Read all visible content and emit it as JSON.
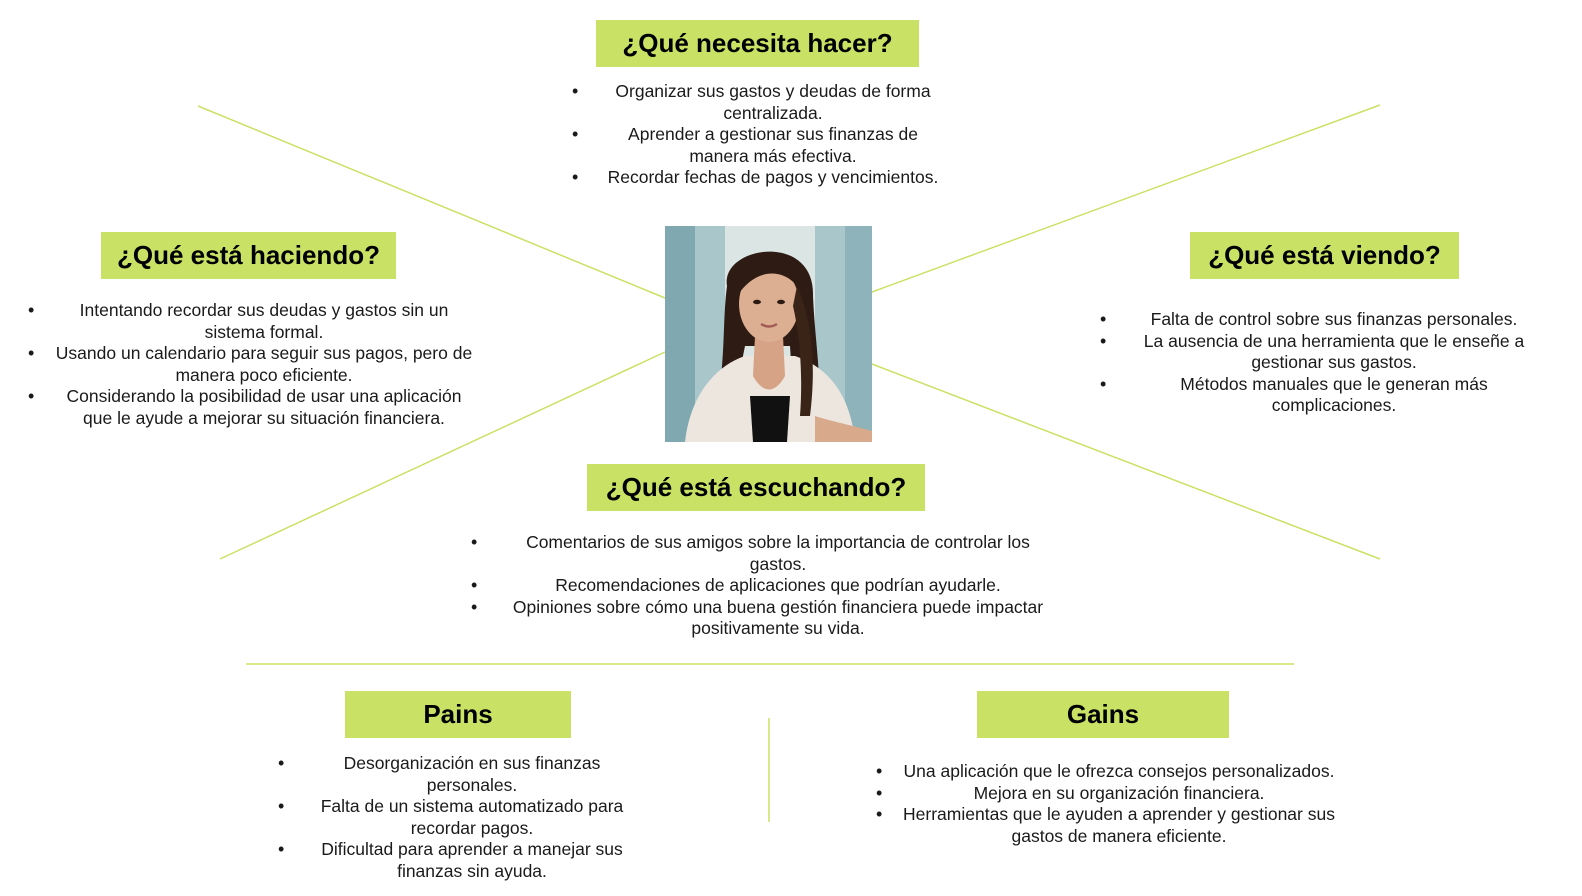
{
  "colors": {
    "accent": "#c9e265",
    "line": "#c9e265"
  },
  "avatar": {
    "icon": "person-photo"
  },
  "necesita": {
    "title": "¿Qué necesita hacer?",
    "items": [
      "Organizar sus gastos y deudas de forma centralizada.",
      "Aprender a gestionar sus finanzas de manera más efectiva.",
      "Recordar fechas de pagos y vencimientos."
    ]
  },
  "haciendo": {
    "title": "¿Qué está haciendo?",
    "items": [
      "Intentando recordar sus deudas y gastos sin un sistema formal.",
      "Usando un calendario para seguir sus pagos, pero de manera poco eficiente.",
      "Considerando la posibilidad de usar una aplicación que le ayude a mejorar su situación financiera."
    ]
  },
  "viendo": {
    "title": "¿Qué está viendo?",
    "items": [
      "Falta de control sobre sus finanzas personales.",
      "La ausencia de una herramienta que le enseñe a gestionar sus gastos.",
      "Métodos manuales que le generan más complicaciones."
    ]
  },
  "escuchando": {
    "title": "¿Qué está escuchando?",
    "items": [
      "Comentarios de sus amigos sobre la importancia de controlar los gastos.",
      "Recomendaciones de aplicaciones que podrían ayudarle.",
      "Opiniones sobre cómo una buena gestión financiera puede impactar positivamente su vida."
    ]
  },
  "pains": {
    "title": "Pains",
    "items": [
      "Desorganización en sus finanzas personales.",
      "Falta de un sistema automatizado para recordar pagos.",
      "Dificultad para aprender a manejar sus finanzas sin ayuda."
    ]
  },
  "gains": {
    "title": "Gains",
    "items": [
      "Una aplicación que le ofrezca consejos personalizados.",
      "Mejora en su organización financiera.",
      "Herramientas que le ayuden a aprender y gestionar sus gastos de manera eficiente."
    ]
  }
}
